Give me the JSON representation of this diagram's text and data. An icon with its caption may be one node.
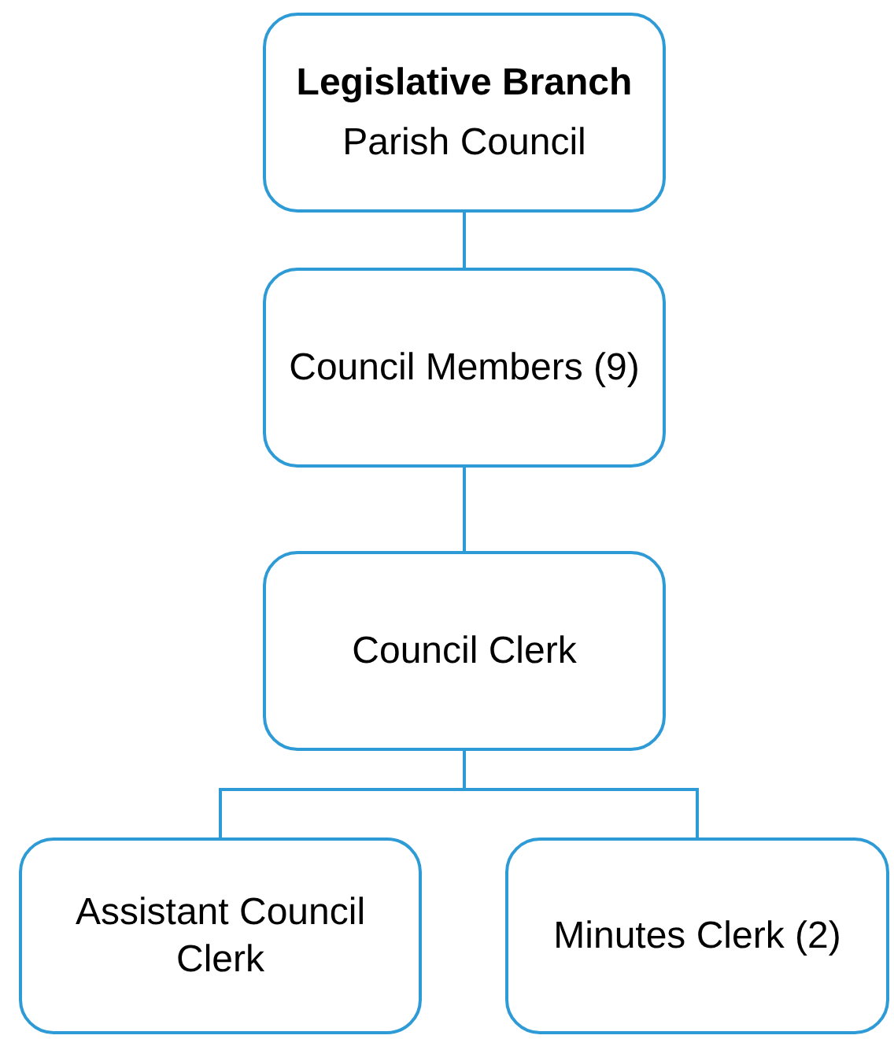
{
  "diagram": {
    "nodes": [
      {
        "text": [
          "Legislative Branch",
          "Parish Council"
        ]
      },
      {
        "text": [
          "Council Members (9)"
        ]
      },
      {
        "text": [
          "Council Clerk"
        ]
      },
      {
        "text": [
          "Assistant Council Clerk"
        ]
      },
      {
        "text": [
          "Minutes Clerk (2)"
        ]
      }
    ],
    "edges": [
      {
        "from": 0,
        "to": 1,
        "arrow": "none"
      },
      {
        "from": 1,
        "to": 2,
        "arrow": "none"
      },
      {
        "from": 2,
        "to": 3,
        "arrow": "none"
      },
      {
        "from": 2,
        "to": 4,
        "arrow": "none"
      }
    ]
  }
}
